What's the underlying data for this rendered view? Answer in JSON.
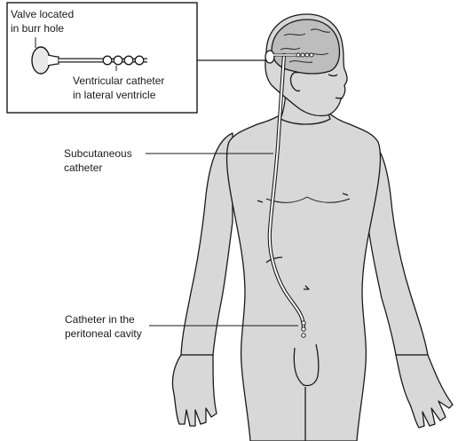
{
  "labels": {
    "valve": [
      "Valve located",
      "in burr hole"
    ],
    "ventricular": [
      "Ventricular catheter",
      "in lateral ventricle"
    ],
    "subcutaneous": [
      "Subcutaneous",
      "catheter"
    ],
    "peritoneal": [
      "Catheter in the",
      "peritoneal cavity"
    ]
  },
  "colors": {
    "skin": "#d8d8d8",
    "brain": "#bdbdbd",
    "outline": "#1a1a1a",
    "catheter": "#ffffff"
  }
}
